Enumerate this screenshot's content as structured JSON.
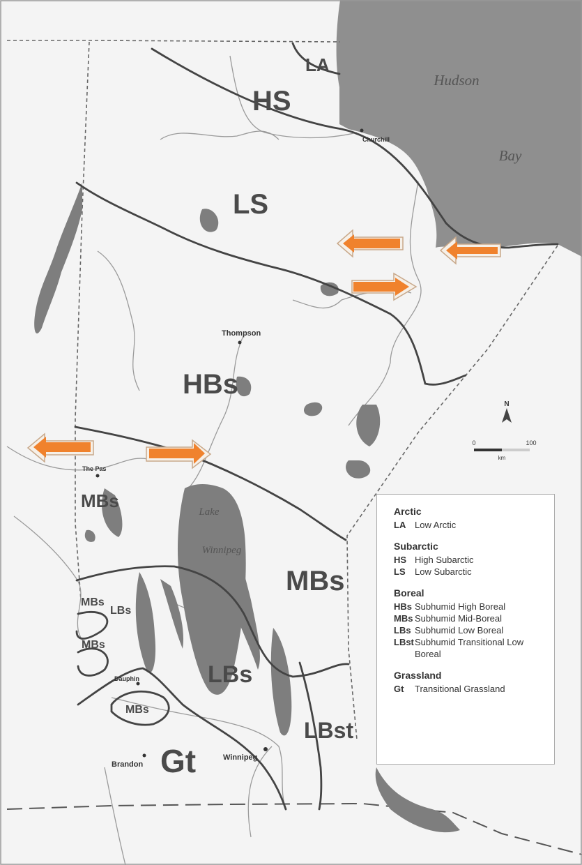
{
  "map": {
    "water": {
      "hudson": "Hudson",
      "bay": "Bay",
      "lake": "Lake",
      "winnipeg": "Winnipeg"
    },
    "zones": {
      "la": "LA",
      "hs": "HS",
      "ls": "LS",
      "hbs": "HBs",
      "mbs_west": "MBs",
      "mbs_east": "MBs",
      "mbs_i1": "MBs",
      "mbs_i2": "MBs",
      "mbs_i3": "MBs",
      "lbs_small": "LBs",
      "lbs": "LBs",
      "lbst": "LBst",
      "gt": "Gt"
    },
    "cities": {
      "churchill": "Churchill",
      "thompson": "Thompson",
      "the_pas": "The Pas",
      "dauphin": "Dauphin",
      "brandon": "Brandon",
      "winnipeg": "Winnipeg"
    },
    "north_label": "N",
    "scale": {
      "start": "0",
      "end": "100",
      "unit": "km"
    }
  },
  "legend": [
    {
      "title": "Arctic",
      "items": [
        {
          "code": "LA",
          "label": "Low Arctic"
        }
      ]
    },
    {
      "title": "Subarctic",
      "items": [
        {
          "code": "HS",
          "label": "High Subarctic"
        },
        {
          "code": "LS",
          "label": "Low Subarctic"
        }
      ]
    },
    {
      "title": "Boreal",
      "items": [
        {
          "code": "HBs",
          "label": "Subhumid High Boreal"
        },
        {
          "code": "MBs",
          "label": "Subhumid Mid-Boreal"
        },
        {
          "code": "LBs",
          "label": "Subhumid Low Boreal"
        },
        {
          "code": "LBst",
          "label": "Subhumid Transitional Low Boreal"
        }
      ]
    },
    {
      "title": "Grassland",
      "items": [
        {
          "code": "Gt",
          "label": "Transitional Grassland"
        }
      ]
    }
  ],
  "colors": {
    "bay": "#8f8f8f",
    "lakes": "#7e7e7e",
    "boundary": "#444444",
    "rivers": "#9a9a9a",
    "arrow": "#f0822d"
  }
}
